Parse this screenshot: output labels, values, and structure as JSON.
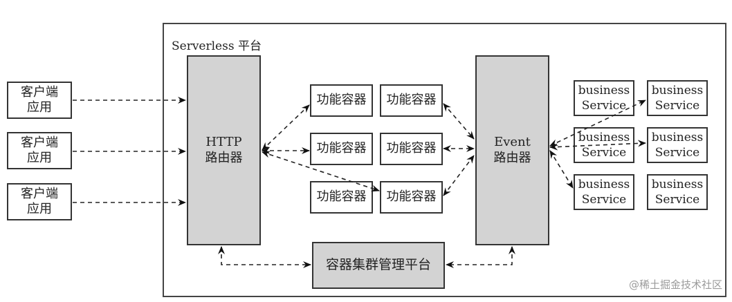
{
  "platform": {
    "label": "Serverless 平台"
  },
  "clients": [
    {
      "line1": "客户端",
      "line2": "应用"
    },
    {
      "line1": "客户端",
      "line2": "应用"
    },
    {
      "line1": "客户端",
      "line2": "应用"
    }
  ],
  "http_router": {
    "line1": "HTTP",
    "line2": "路由器"
  },
  "event_router": {
    "line1": "Event",
    "line2": "路由器"
  },
  "function_containers": [
    {
      "label": "功能容器"
    },
    {
      "label": "功能容器"
    },
    {
      "label": "功能容器"
    },
    {
      "label": "功能容器"
    },
    {
      "label": "功能容器"
    },
    {
      "label": "功能容器"
    }
  ],
  "business_services": [
    {
      "line1": "business",
      "line2": "Service"
    },
    {
      "line1": "business",
      "line2": "Service"
    },
    {
      "line1": "business",
      "line2": "Service"
    },
    {
      "line1": "business",
      "line2": "Service"
    },
    {
      "line1": "business",
      "line2": "Service"
    },
    {
      "line1": "business",
      "line2": "Service"
    }
  ],
  "cluster_manager": {
    "label": "容器集群管理平台"
  },
  "watermark": "@稀土掘金技术社区",
  "connections": [
    {
      "from": "client-1",
      "to": "http-router",
      "style": "dashed",
      "direction": "one-way"
    },
    {
      "from": "client-2",
      "to": "http-router",
      "style": "dashed",
      "direction": "one-way"
    },
    {
      "from": "client-3",
      "to": "http-router",
      "style": "dashed",
      "direction": "one-way"
    },
    {
      "from": "http-router",
      "to": "function-container-r1c1",
      "style": "dashed",
      "direction": "two-way"
    },
    {
      "from": "http-router",
      "to": "function-container-r2c1",
      "style": "dashed",
      "direction": "two-way"
    },
    {
      "from": "http-router",
      "to": "function-container-r3c2",
      "style": "dashed",
      "direction": "two-way"
    },
    {
      "from": "function-container-r1c2",
      "to": "event-router",
      "style": "dashed",
      "direction": "two-way"
    },
    {
      "from": "function-container-r2c2",
      "to": "event-router",
      "style": "dashed",
      "direction": "two-way"
    },
    {
      "from": "function-container-r3c2",
      "to": "event-router",
      "style": "dashed",
      "direction": "two-way"
    },
    {
      "from": "event-router",
      "to": "business-service-r1c2",
      "style": "dashed",
      "direction": "two-way"
    },
    {
      "from": "event-router",
      "to": "business-service-r2c2",
      "style": "dashed",
      "direction": "two-way"
    },
    {
      "from": "event-router",
      "to": "business-service-r3c1",
      "style": "dashed",
      "direction": "two-way"
    },
    {
      "from": "http-router",
      "to": "cluster-manager",
      "style": "dashed",
      "direction": "two-way"
    },
    {
      "from": "event-router",
      "to": "cluster-manager",
      "style": "dashed",
      "direction": "two-way"
    }
  ]
}
